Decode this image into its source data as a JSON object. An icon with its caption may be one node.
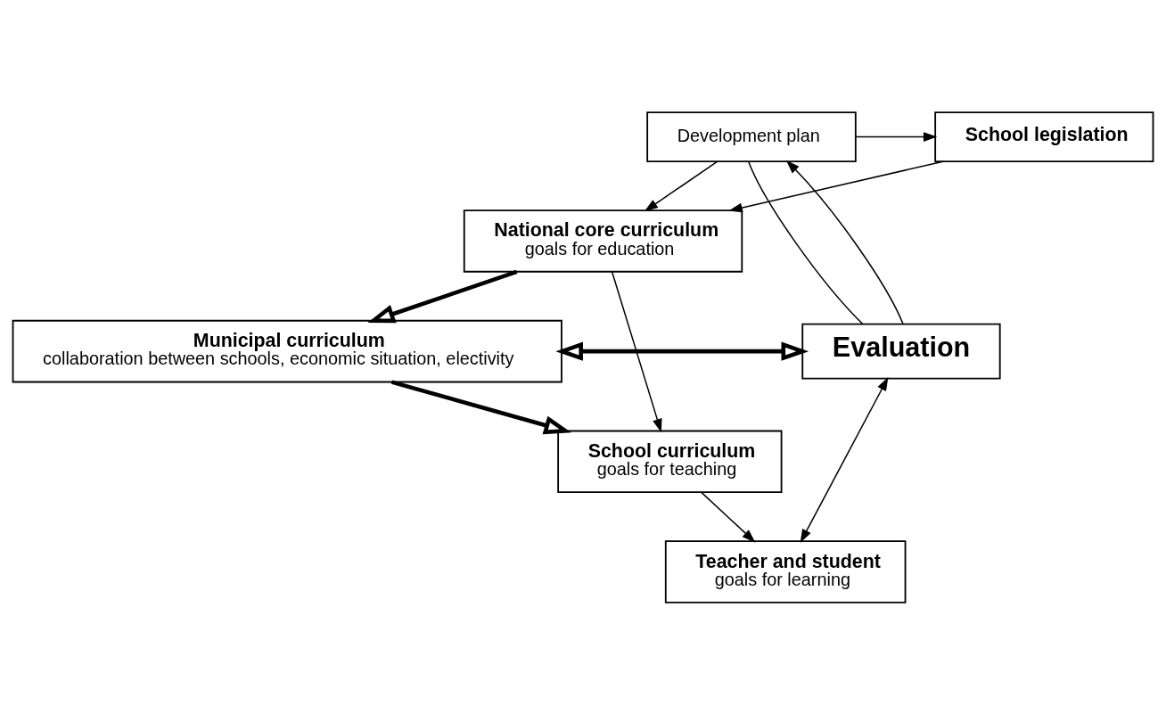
{
  "diagram": {
    "nodes": [
      {
        "text": [
          "School legislation"
        ]
      },
      {
        "text": [
          "Development plan"
        ]
      },
      {
        "text": [
          "National core curriculum",
          "goals for education"
        ]
      },
      {
        "text": [
          "Municipal curriculum",
          "collaboration between schools, economic situation, electivity"
        ]
      },
      {
        "text": [
          "Evaluation"
        ]
      },
      {
        "text": [
          "School curriculum",
          "goals for teaching"
        ]
      },
      {
        "text": [
          "Teacher and student",
          "goals for learning"
        ]
      }
    ],
    "edges": [
      {
        "from": 1,
        "to": 0,
        "arrow": "to"
      },
      {
        "from": 1,
        "to": 2,
        "arrow": "to"
      },
      {
        "from": 0,
        "to": 2,
        "arrow": "to"
      },
      {
        "from": 2,
        "to": 3,
        "arrow": "to",
        "style": "thick"
      },
      {
        "from": 2,
        "to": 5,
        "arrow": "to"
      },
      {
        "from": 3,
        "to": 4,
        "arrow": "both",
        "style": "thick"
      },
      {
        "from": 3,
        "to": 5,
        "arrow": "to",
        "style": "thick"
      },
      {
        "from": 5,
        "to": 6,
        "arrow": "to"
      },
      {
        "from": 4,
        "to": 1,
        "arrow": "to"
      },
      {
        "from": 1,
        "to": 4,
        "arrow": "none"
      },
      {
        "from": 4,
        "to": 6,
        "arrow": "both"
      }
    ]
  }
}
